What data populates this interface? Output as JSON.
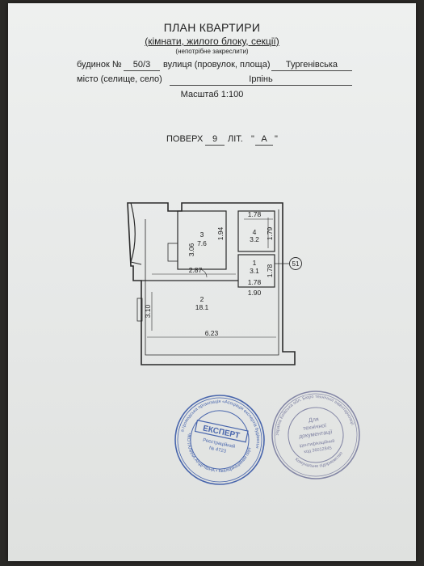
{
  "header": {
    "title": "ПЛАН КВАРТИРИ",
    "subtitle": "(кімнати, жилого блоку, секції)",
    "note": "(непотрібне закреслити)"
  },
  "address": {
    "building_label": "будинок №",
    "building_value": "50/3",
    "street_label": "вулиця (провулок, площа)",
    "street_value": "Тургенівська",
    "city_label": "місто (селище, село)",
    "city_value": "Ірпінь",
    "scale": "Масштаб 1:100"
  },
  "floor": {
    "label": "ПОВЕРХ",
    "value": "9",
    "lit_label": "ЛІТ.",
    "lit_value": "А"
  },
  "plan": {
    "room3_num": "3",
    "room3_area": "7.6",
    "room3_w": "3.06",
    "room3_h": "1.94",
    "room4_num": "4",
    "room4_area": "3.2",
    "room4_top": "1.78",
    "room4_side": "1.79",
    "room1_num": "1",
    "room1_area": "3.1",
    "room1_side": "1.78",
    "room1_bottom": "1.78",
    "room1_bottom2": "1.90",
    "room2_num": "2",
    "room2_area": "18.1",
    "room2_side": "3.10",
    "room2_width": "6.23",
    "corridor_width": "2.87",
    "apartment_no": "51"
  },
  "stamps": {
    "left_center": "ЕКСПЕРТ",
    "left_reg_label": "Реєстраційний",
    "left_reg_no": "№ 4723",
    "left_ring_top": "Українська громадська організація «Асоціація експертів будівельної галузі»",
    "left_ring_bottom": "ВЕЛИЧКО ГАЛИНА АНДРІЇВНА • Кваліфікаційний сертифікат",
    "right_line1": "Для",
    "right_line2": "технічної",
    "right_line3": "документації",
    "right_code": "ідентифікаційний",
    "right_code_no": "код 36012845",
    "right_ring_top": "Україна Київська обл. Бюро технічної інвентаризації",
    "right_ring_bottom": "Комунальне підприємство"
  }
}
